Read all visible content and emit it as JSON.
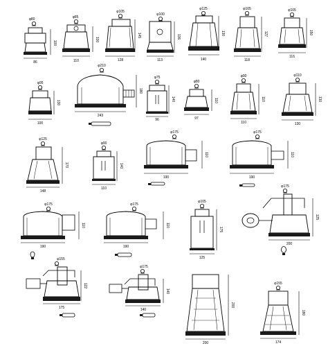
{
  "colors": {
    "line": "#000000",
    "dark": "#1a1a1a",
    "paper": "#ffffff"
  },
  "fixtures": [
    {
      "id": "f1",
      "diameter": "φ80",
      "width": "86",
      "height": "100"
    },
    {
      "id": "f2",
      "diameter": "φ85",
      "width": "110",
      "height": "100"
    },
    {
      "id": "f3",
      "diameter": "φ105",
      "width": "128",
      "height": "145"
    },
    {
      "id": "f4",
      "diameter": "φ100",
      "width": "113",
      "height": "136"
    },
    {
      "id": "f5",
      "diameter": "φ125",
      "width": "140",
      "height": "130"
    },
    {
      "id": "f6",
      "diameter": "φ105",
      "width": "118",
      "height": "127"
    },
    {
      "id": "f7",
      "diameter": "φ105",
      "width": "116",
      "height": "150"
    },
    {
      "id": "f8",
      "diameter": "φ95",
      "width": "100",
      "height": "130"
    },
    {
      "id": "f9",
      "diameter": "φ210",
      "width": "243",
      "height": "180"
    },
    {
      "id": "f10",
      "diameter": "φ75",
      "width": "96",
      "height": "140"
    },
    {
      "id": "f11",
      "diameter": "φ80",
      "width": "97",
      "height": "110"
    },
    {
      "id": "f12",
      "diameter": "φ90",
      "width": "110",
      "height": "110"
    },
    {
      "id": "f13",
      "diameter": "φ110",
      "width": "130",
      "height": "130"
    },
    {
      "id": "f14",
      "diameter": "φ125",
      "width": "148",
      "height": "170"
    },
    {
      "id": "f15",
      "diameter": "φ90",
      "width": "110",
      "height": "140"
    },
    {
      "id": "f16",
      "diameter": "φ175",
      "width": "190",
      "height": "110"
    },
    {
      "id": "f17",
      "diameter": "φ175",
      "width": "190",
      "height": "110"
    },
    {
      "id": "f18",
      "diameter": "φ175",
      "width": "190",
      "height": "110"
    },
    {
      "id": "f19",
      "diameter": "φ175",
      "width": "190",
      "height": "110"
    },
    {
      "id": "f20",
      "diameter": "φ105",
      "width": "125",
      "height": "175"
    },
    {
      "id": "f21",
      "diameter": "φ175",
      "width": "200",
      "height": "125"
    },
    {
      "id": "f22",
      "diameter": "φ155",
      "width": "175",
      "height": "122"
    },
    {
      "id": "f23",
      "diameter": "φ175",
      "width": "140",
      "height": "140"
    },
    {
      "id": "f24",
      "diameter": "",
      "width": "200",
      "height": "200"
    },
    {
      "id": "f25",
      "diameter": "φ155",
      "width": "174",
      "height": "180"
    }
  ]
}
